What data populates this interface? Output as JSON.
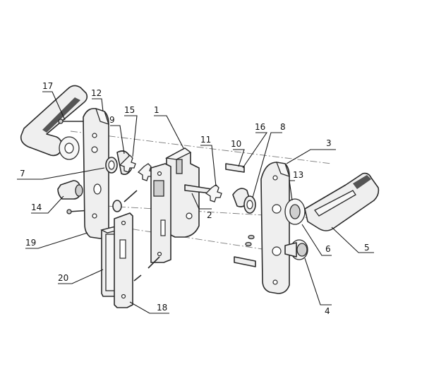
{
  "callouts": [
    {
      "id": "c1",
      "number": "1"
    },
    {
      "id": "c2",
      "number": "2"
    },
    {
      "id": "c3",
      "number": "3"
    },
    {
      "id": "c4",
      "number": "4"
    },
    {
      "id": "c5",
      "number": "5"
    },
    {
      "id": "c6",
      "number": "6"
    },
    {
      "id": "c7",
      "number": "7"
    },
    {
      "id": "c8",
      "number": "8"
    },
    {
      "id": "c9",
      "number": "9"
    },
    {
      "id": "c10",
      "number": "10"
    },
    {
      "id": "c11",
      "number": "11"
    },
    {
      "id": "c12",
      "number": "12"
    },
    {
      "id": "c13",
      "number": "13"
    },
    {
      "id": "c14",
      "number": "14"
    },
    {
      "id": "c15",
      "number": "15"
    },
    {
      "id": "c16",
      "number": "16"
    },
    {
      "id": "c17",
      "number": "17"
    },
    {
      "id": "c18",
      "number": "18"
    },
    {
      "id": "c19",
      "number": "19"
    },
    {
      "id": "c20",
      "number": "20"
    }
  ]
}
